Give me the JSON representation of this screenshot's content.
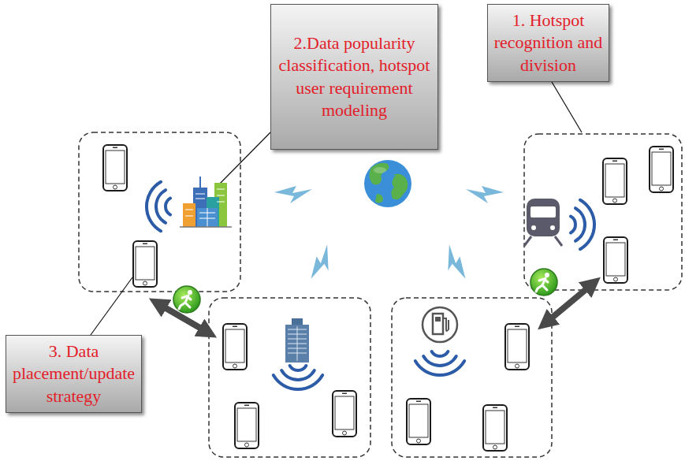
{
  "diagram": {
    "nodes": [
      {
        "text": [
          "2.Data popularity classification, hotspot user requirement modeling"
        ]
      },
      {
        "text": [
          "1. Hotspot recognition and division"
        ]
      },
      {
        "text": [
          "3. Data placement/update strategy"
        ]
      }
    ]
  }
}
